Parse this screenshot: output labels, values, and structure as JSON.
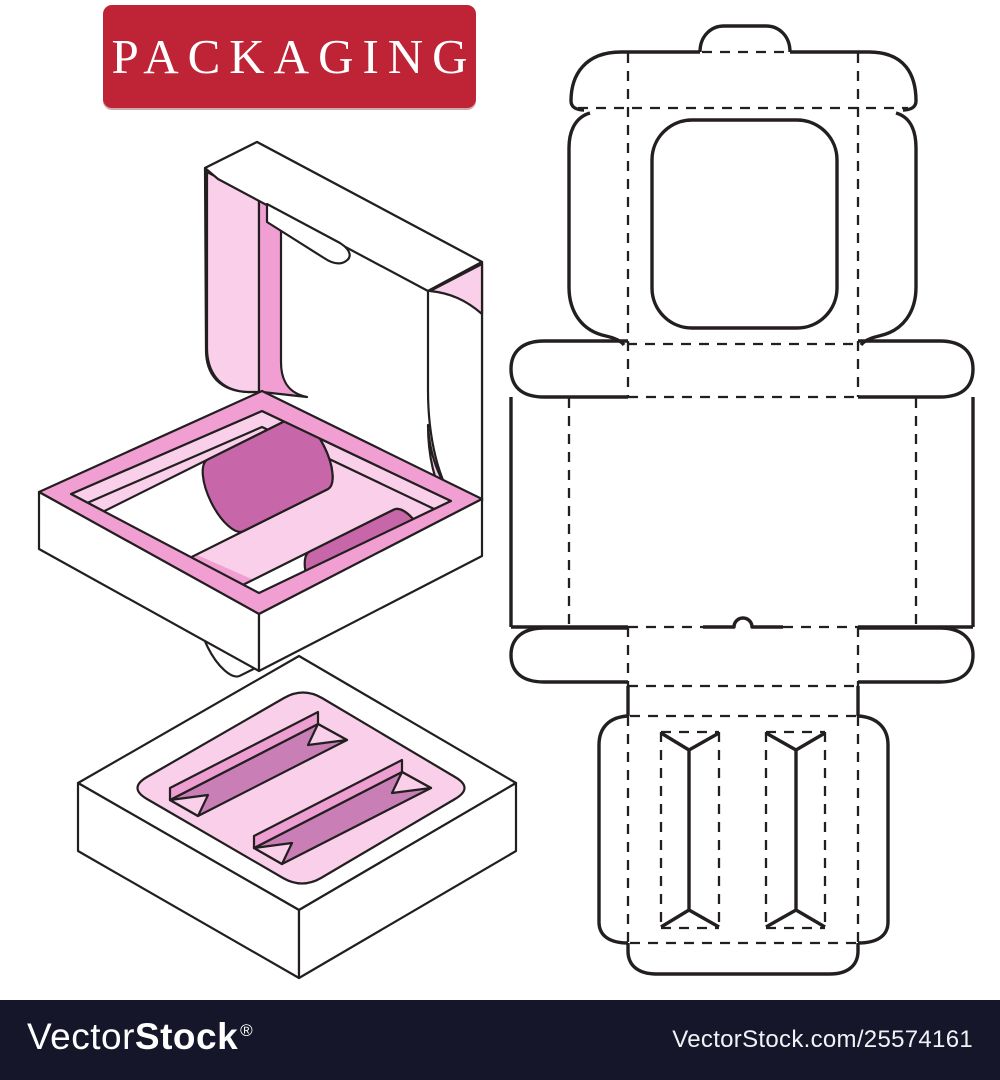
{
  "banner": {
    "label": "PACKAGING",
    "bg_color": "#BE2336",
    "text_color": "#FFFFFF"
  },
  "footer": {
    "bg_color": "#16162B",
    "logo_prefix": "Vector",
    "logo_suffix": "Stock",
    "registered": "®",
    "site_ref": "VectorStock.com/25574161",
    "text_color": "#FFFFFF"
  },
  "artwork": {
    "outline": "#231F20",
    "white": "#FFFFFF",
    "light_pink": "#F9CFE9",
    "mid_pink": "#F19FD3",
    "dark_pink": "#C766A8",
    "slot_floor": "#C97FB6",
    "slot_wall": "#ED9FD2"
  },
  "dieline": {
    "cut_color": "#231F20",
    "fold_dasharray": "10 8"
  }
}
